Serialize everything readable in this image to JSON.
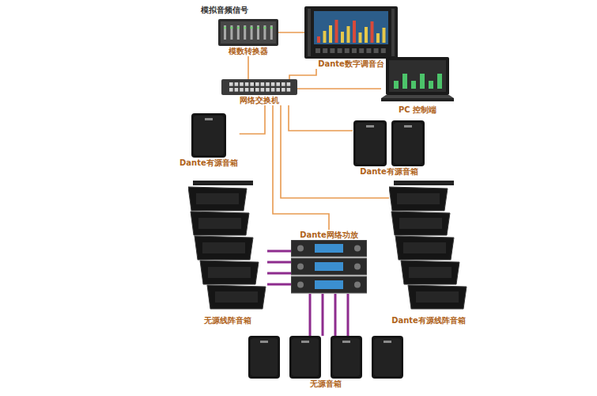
{
  "diagram": {
    "nodes": [
      {
        "text": [
          "模数转换器"
        ]
      },
      {
        "text": [
          "Dante数字调音台"
        ]
      },
      {
        "text": [
          "网络交换机"
        ]
      },
      {
        "text": [
          "PC 控制端"
        ]
      },
      {
        "text": [
          "Dante有源音箱"
        ]
      },
      {
        "text": [
          "Dante有源音箱"
        ]
      },
      {
        "text": [
          "Dante网络功放"
        ]
      },
      {
        "text": [
          "无源线阵音箱"
        ]
      },
      {
        "text": [
          "Dante有源线阵音箱"
        ]
      },
      {
        "text": [
          "无源音箱"
        ]
      }
    ],
    "edges": [
      {
        "from": 0,
        "to": 2,
        "arrow": "none"
      },
      {
        "from": 0,
        "to": 1,
        "arrow": "none"
      },
      {
        "from": 1,
        "to": 2,
        "arrow": "none"
      },
      {
        "from": 3,
        "to": 2,
        "arrow": "none"
      },
      {
        "from": 2,
        "to": 4,
        "arrow": "none"
      },
      {
        "from": 2,
        "to": 5,
        "arrow": "none"
      },
      {
        "from": 2,
        "to": 6,
        "arrow": "none"
      },
      {
        "from": 2,
        "to": 8,
        "arrow": "none"
      },
      {
        "from": 6,
        "to": 7,
        "arrow": "none"
      },
      {
        "from": 6,
        "to": 9,
        "arrow": "none"
      }
    ],
    "labels": [
      "模拟音频信号"
    ]
  }
}
